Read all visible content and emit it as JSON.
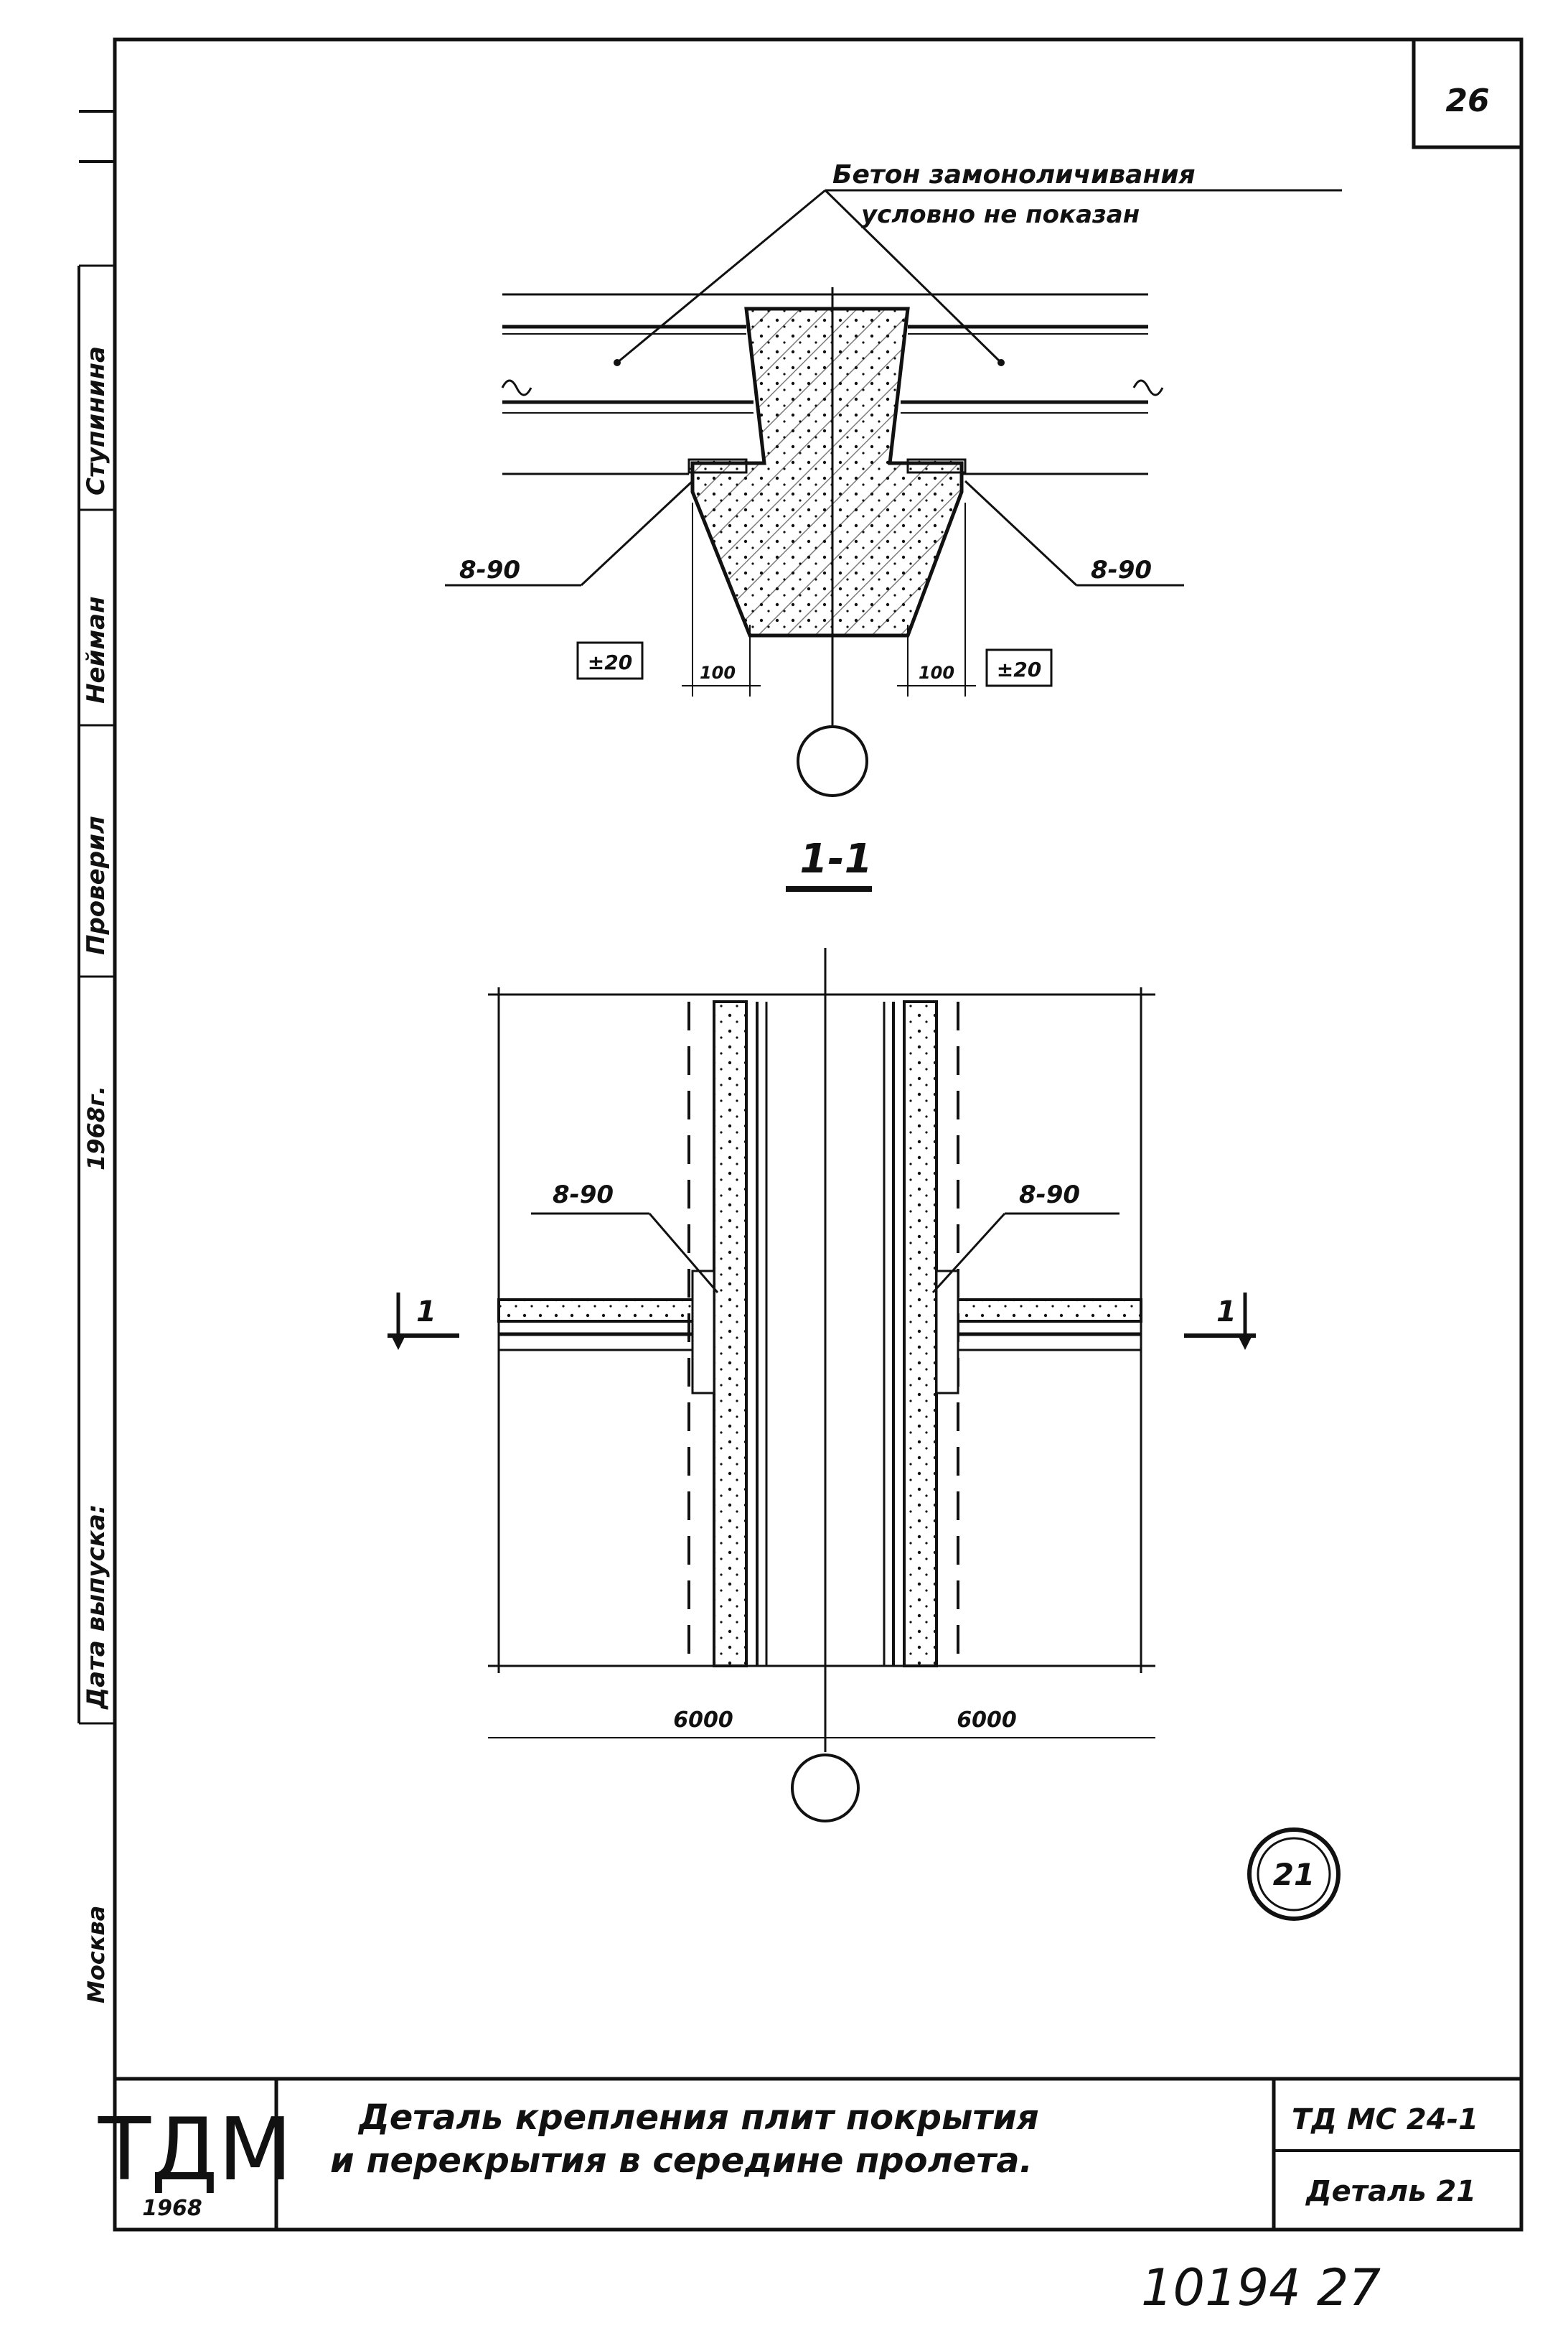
{
  "sheet_number": "26",
  "note": {
    "line1": "Бетон замоноличивания",
    "line2": "условно не показан"
  },
  "labels": {
    "weld_left": "8-90",
    "weld_right": "8-90",
    "weld_plan_left": "8-90",
    "weld_plan_right": "8-90",
    "tol_left": "±20",
    "tol_right": "±20",
    "dim_left": "100",
    "dim_right": "100",
    "span_left": "6000",
    "span_right": "6000"
  },
  "section_title": "1-1",
  "section_mark_left": "1",
  "section_mark_right": "1",
  "detail_number": "21",
  "left_margin": {
    "surname_1": "Ступинина",
    "signature_1": "Нейман",
    "checked_label": "Проверил",
    "year": "1968г.",
    "release_label": "Дата выпуска:",
    "city": "Москва"
  },
  "title_block": {
    "logo": "ТДМ",
    "logo_year": "1968",
    "title_line1": "Деталь крепления плит покрытия",
    "title_line2": "и перекрытия в середине пролета.",
    "code": "ТД МС 24-1",
    "detail": "Деталь 21"
  },
  "archive_number": "10194 27"
}
